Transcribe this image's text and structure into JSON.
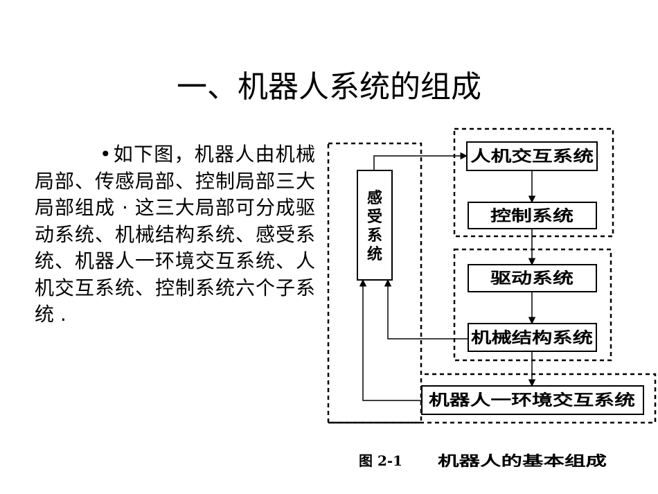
{
  "slide": {
    "title": "一、机器人系统的组成",
    "bullet": "•",
    "paragraph": "如下图，机器人由机械局部、传感局部、控制局部三大局部组成 · 这三大局部可分成驱动系统、机械结构系统、感受系统、机器人一环境交互系统、人机交互系统、控制系统六个子系统 ."
  },
  "diagram": {
    "boxes": {
      "hmi": "人机交互系统",
      "control": "控制系统",
      "drive": "驱动系统",
      "mechanical": "机械结构系统",
      "environment": "机器人一环境交互系统",
      "sensing": [
        "感",
        "受",
        "系",
        "统"
      ]
    },
    "caption_number": "图 2-1",
    "caption_text": "机器人的基本组成"
  }
}
